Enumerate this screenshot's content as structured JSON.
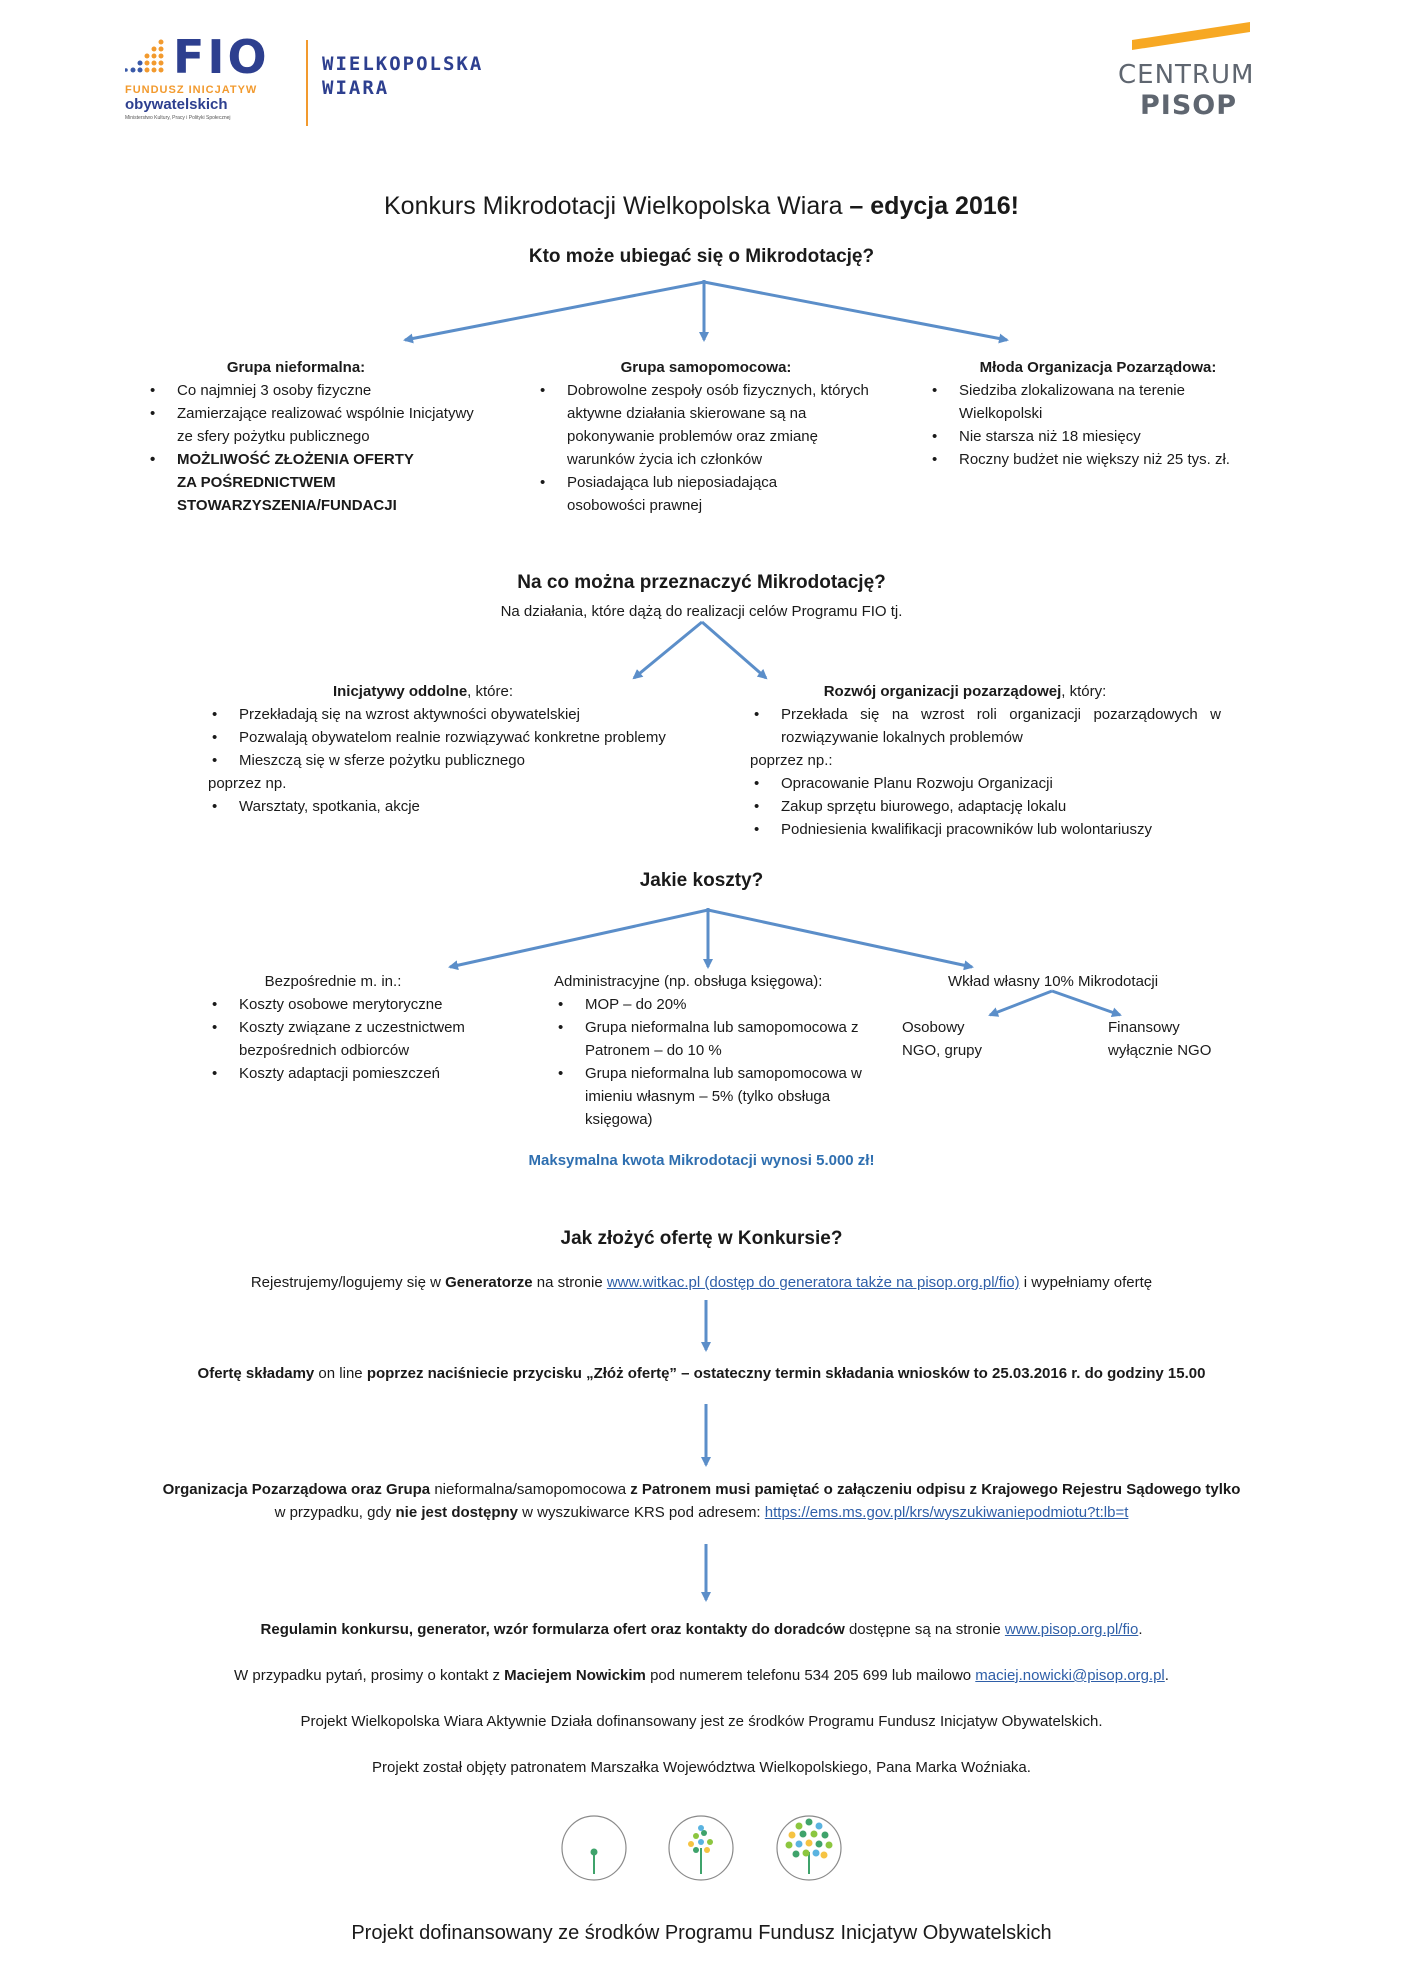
{
  "logos": {
    "fio": {
      "mark": "FIO",
      "line1": "FUNDUSZ INICJATYW",
      "line2": "obywatelskich",
      "line3": "Ministerstwo Kultury, Pracy i Polityki Społecznej"
    },
    "wielkopolska": {
      "line1": "WIELKOPOLSKA",
      "line2": "WIARA"
    },
    "pisop": {
      "line1": "CENTRUM",
      "line2": "PISOP"
    }
  },
  "title": {
    "normal": "Konkurs Mikrodotacji Wielkopolska Wiara ",
    "bold": "– edycja 2016!"
  },
  "section1": {
    "heading": "Kto może ubiegać się o Mikrodotację?",
    "col1": {
      "heading": "Grupa nieformalna:",
      "items": [
        "Co najmniej 3 osoby fizyczne",
        "Zamierzające realizować wspólnie Inicjatywy ze sfery pożytku publicznego",
        "MOŻLIWOŚĆ ZŁOŻENIA OFERTY ZA POŚREDNICTWEM STOWARZYSZENIA/FUNDACJI"
      ]
    },
    "col2": {
      "heading": "Grupa samopomocowa:",
      "items": [
        "Dobrowolne zespoły osób fizycznych, których aktywne działania skierowane są na pokonywanie problemów oraz zmianę warunków życia ich członków",
        "Posiadająca lub nieposiadająca osobowości prawnej"
      ]
    },
    "col3": {
      "heading": "Młoda Organizacja Pozarządowa:",
      "items": [
        "Siedziba zlokalizowana na terenie Wielkopolski",
        "Nie starsza niż 18 miesięcy",
        "Roczny budżet nie większy niż 25 tys. zł."
      ]
    }
  },
  "section2": {
    "heading": "Na co można przeznaczyć Mikrodotację?",
    "subheading": "Na działania, które dążą do realizacji celów Programu FIO tj.",
    "left": {
      "heading_bold": "Inicjatywy oddolne",
      "heading_rest": ", które:",
      "items": [
        "Przekładają się na wzrost aktywności obywatelskiej",
        "Pozwalają obywatelom realnie rozwiązywać konkretne problemy",
        "Mieszczą się w sferze pożytku publicznego"
      ],
      "poprzez": "poprzez np.",
      "items2": [
        "Warsztaty, spotkania, akcje"
      ]
    },
    "right": {
      "heading_bold": "Rozwój organizacji pozarządowej",
      "heading_rest": ", który:",
      "items": [
        "Przekłada się na wzrost roli organizacji pozarządowych w rozwiązywanie lokalnych problemów"
      ],
      "poprzez": "poprzez np.:",
      "items2": [
        "Opracowanie Planu Rozwoju Organizacji",
        "Zakup sprzętu biurowego, adaptację lokalu",
        "Podniesienia kwalifikacji pracowników lub wolontariuszy"
      ]
    }
  },
  "section3": {
    "heading": "Jakie koszty?",
    "col1": {
      "heading": "Bezpośrednie m. in.:",
      "items": [
        "Koszty osobowe merytoryczne",
        "Koszty związane z uczestnictwem bezpośrednich odbiorców",
        "Koszty adaptacji pomieszczeń"
      ]
    },
    "col2": {
      "heading": "Administracyjne (np. obsługa księgowa):",
      "items": [
        "MOP – do 20%",
        "Grupa nieformalna  lub samopomocowa z Patronem – do 10 %",
        "Grupa nieformalna lub samopomocowa w imieniu własnym – 5% (tylko obsługa księgowa)"
      ]
    },
    "col3": {
      "heading": "Wkład własny 10% Mikrodotacji",
      "left1": "Osobowy",
      "left2": "NGO, grupy",
      "right1": "Finansowy",
      "right2": "wyłącznie NGO"
    },
    "max_note": "Maksymalna kwota Mikrodotacji wynosi 5.000 zł!"
  },
  "section4": {
    "heading": "Jak złożyć ofertę w Konkursie?",
    "step1": {
      "a": "Rejestrujemy/logujemy się w ",
      "b": "Generatorze",
      "c": " na stronie ",
      "link": "www.witkac.pl (dostęp do generatora także na pisop.org.pl/fio)",
      "d": " i wypełniamy ofertę"
    },
    "step2": {
      "a": "Ofertę składamy",
      "b": " on line ",
      "c": "poprzez naciśniecie przycisku ",
      "d": "„Złóż ofertę”",
      "e": " – ostateczny termin składania wniosków to ",
      "f": "25.03.2016 r. do godziny 15.00"
    },
    "step3": {
      "a": "Organizacja Pozarządowa oraz Grupa ",
      "b": "nieformalna/samopomocowa",
      "c": " z Patronem musi ",
      "d": "pamiętać o załączeniu odpisu z Krajowego Rejestru Sądowego",
      "e": " tylko",
      "f": "w przypadku, gdy ",
      "g": "nie jest dostępny",
      "h": " w wyszukiwarce KRS pod adresem: ",
      "link": "https://ems.ms.gov.pl/krs/wyszukiwaniepodmiotu?t:lb=t"
    },
    "step4": {
      "a": "Regulamin konkursu, generator, wzór formularza ofert oraz kontakty do doradców",
      "b": " dostępne są na stronie ",
      "link": "www.pisop.org.pl/fio",
      "c": "."
    }
  },
  "contact": {
    "a": "W przypadku pytań, prosimy o kontakt z ",
    "b": "Maciejem Nowickim",
    "c": " pod numerem telefonu 534 205 699 lub mailowo ",
    "link": "maciej.nowicki@pisop.org.pl",
    "d": "."
  },
  "project_line": "Projekt Wielkopolska Wiara Aktywnie Działa dofinansowany jest ze środków Programu Fundusz Inicjatyw Obywatelskich.",
  "patronage_line": "Projekt został objęty patronatem Marszałka Województwa Wielkopolskiego, Pana Marka Woźniaka.",
  "footer": "Projekt dofinansowany ze środków Programu Fundusz Inicjatyw Obywatelskich",
  "colors": {
    "arrow": "#5b8ec9",
    "link": "#2f5fa8",
    "max_note": "#2f6fb0",
    "pisop_orange": "#f7a823",
    "pisop_gray": "#5f6670",
    "fio_blue": "#2d3f8f"
  }
}
